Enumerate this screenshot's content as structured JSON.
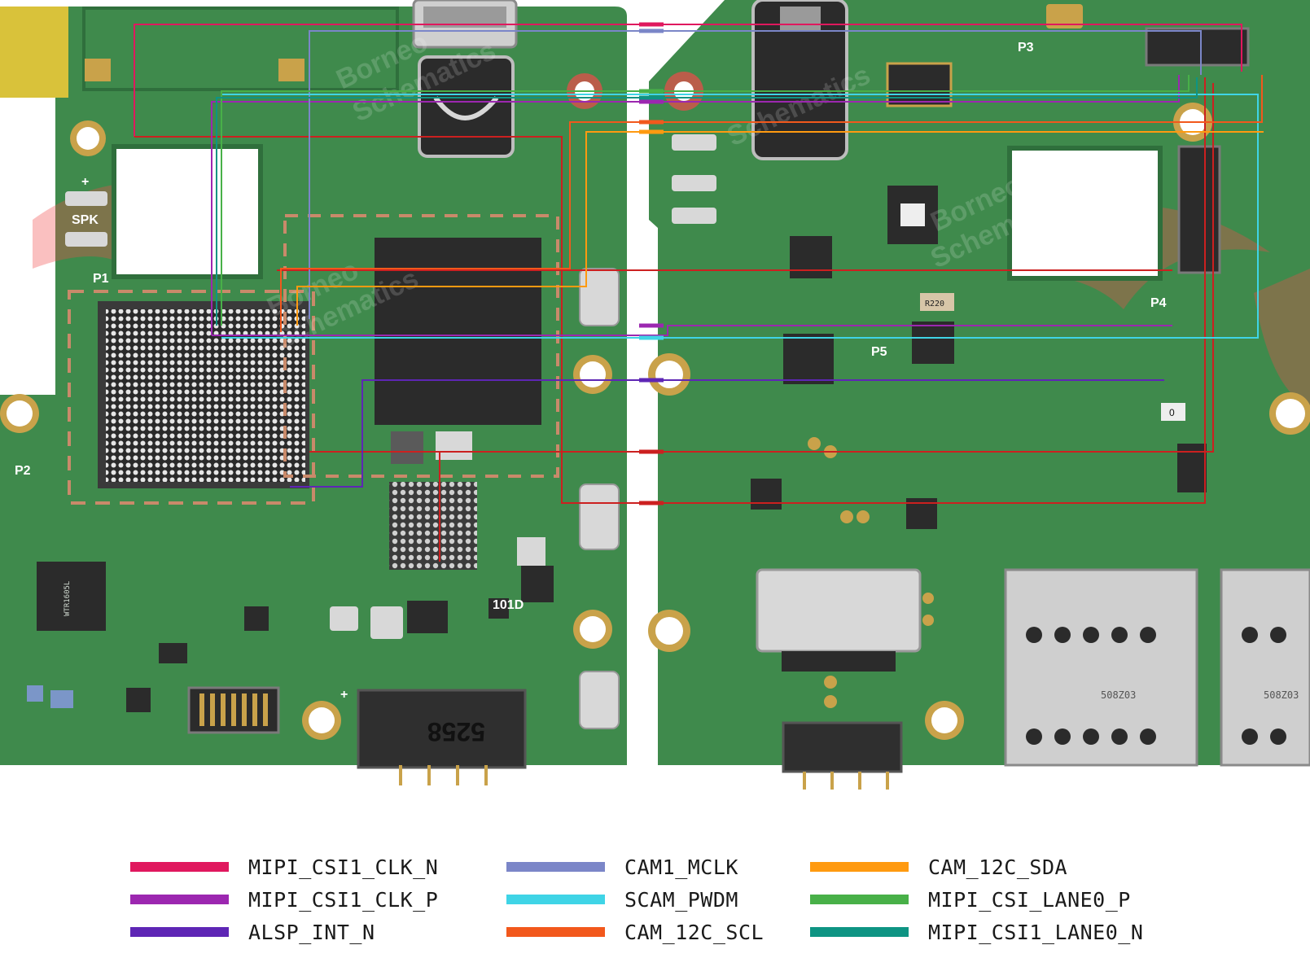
{
  "board": {
    "labels": {
      "p1": "P1",
      "p2": "P2",
      "p3": "P3",
      "p4": "P4",
      "p5": "P5",
      "spk": "SPK",
      "plus": "+",
      "connector_code": "5258",
      "sim_code_1": "508Z03",
      "sim_code_2": "508Z03",
      "res_code": "R220",
      "ind_code": "101D",
      "zero_code": "0"
    },
    "watermark": [
      "Borneo",
      "Schematics"
    ],
    "colors": {
      "pcb": "#3f8a4c",
      "pcb_dark": "#2f6f3c",
      "gold": "#c9a24a",
      "chip": "#2b2b2b",
      "metal": "#d8d8d8",
      "logo_red": "#f04a4a"
    }
  },
  "legend": {
    "items": [
      {
        "label": "MIPI_CSI1_CLK_N",
        "color": "#e0185e"
      },
      {
        "label": "MIPI_CSI1_CLK_P",
        "color": "#9c27b0"
      },
      {
        "label": "ALSP_INT_N",
        "color": "#5e26b5"
      },
      {
        "label": "CAM1_MCLK",
        "color": "#7b86c8"
      },
      {
        "label": "SCAM_PWDM",
        "color": "#3fd4e6"
      },
      {
        "label": "CAM_12C_SCL",
        "color": "#f2581c"
      },
      {
        "label": "CAM_12C_SDA",
        "color": "#ff9a10"
      },
      {
        "label": "MIPI_CSI_LANE0_P",
        "color": "#48b048"
      },
      {
        "label": "MIPI_CSI1_LANE0_N",
        "color": "#0e9483"
      }
    ]
  }
}
